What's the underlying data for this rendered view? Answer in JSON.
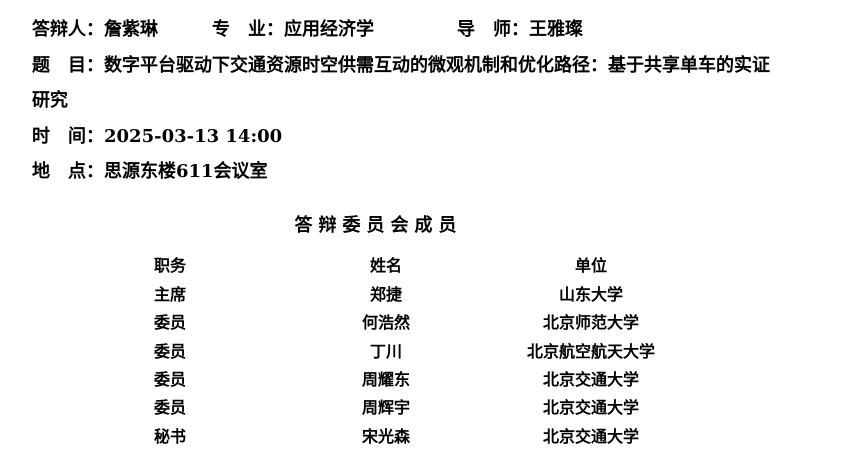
{
  "header": {
    "defender_label": "答辩人：",
    "defender_name": "詹紫琳",
    "major_label": "专　业：",
    "major_value": "应用经济学",
    "advisor_label": "导　师：",
    "advisor_name": "王雅璨",
    "topic_label": "题　目：",
    "topic_line1": "数字平台驱动下交通资源时空供需互动的微观机制和优化路径：基于共享单车的实证",
    "topic_line2": "研究",
    "time_label": "时　间：",
    "time_value": "2025-03-13 14:00",
    "place_label": "地　点：",
    "place_value": "思源东楼611会议室"
  },
  "committee": {
    "title": "答辩委员会成员",
    "columns": [
      "职务",
      "姓名",
      "单位"
    ],
    "rows": [
      [
        "主席",
        "郑捷",
        "山东大学"
      ],
      [
        "委员",
        "何浩然",
        "北京师范大学"
      ],
      [
        "委员",
        "丁川",
        "北京航空航天大学"
      ],
      [
        "委员",
        "周耀东",
        "北京交通大学"
      ],
      [
        "委员",
        "周辉宇",
        "北京交通大学"
      ],
      [
        "秘书",
        "宋光森",
        "北京交通大学"
      ]
    ]
  }
}
